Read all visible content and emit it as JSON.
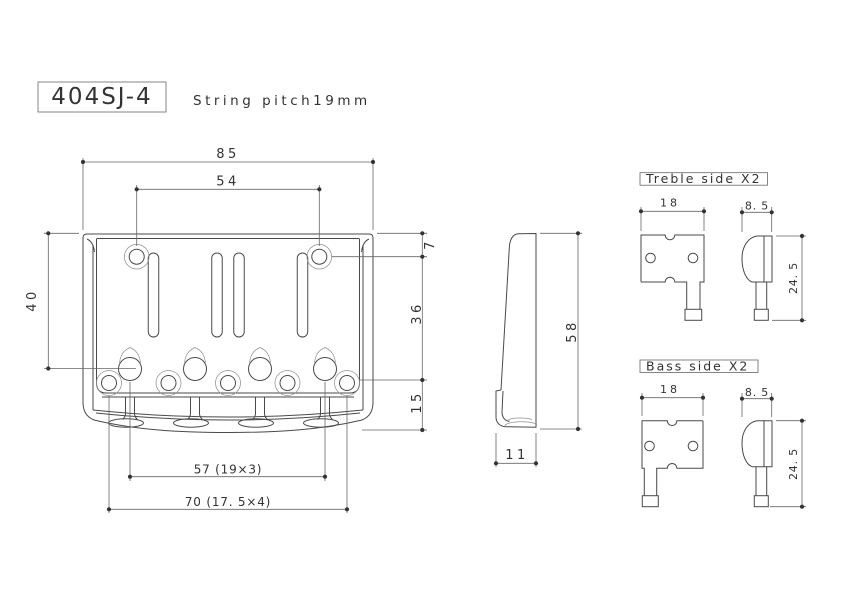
{
  "title": {
    "model": "404SJ-4",
    "pitch_note": "String pitch19mm"
  },
  "main_view": {
    "dim_overall_width": "85",
    "dim_hole_span": "54",
    "dim_height_left": "40",
    "dim_top_to_hole": "7",
    "dim_hole_to_screw": "36",
    "dim_screw_to_bottom": "15",
    "dim_saddle_span": "57 (19×3)",
    "dim_mount_span": "70 (17. 5×4)"
  },
  "side_view": {
    "dim_height": "58",
    "dim_base_depth": "11"
  },
  "treble_view": {
    "label": "Treble side X2",
    "dim_width": "18",
    "dim_depth": "8. 5",
    "dim_height": "24. 5"
  },
  "bass_view": {
    "label": "Bass side X2",
    "dim_width": "18",
    "dim_depth": "8. 5",
    "dim_height": "24. 5"
  }
}
